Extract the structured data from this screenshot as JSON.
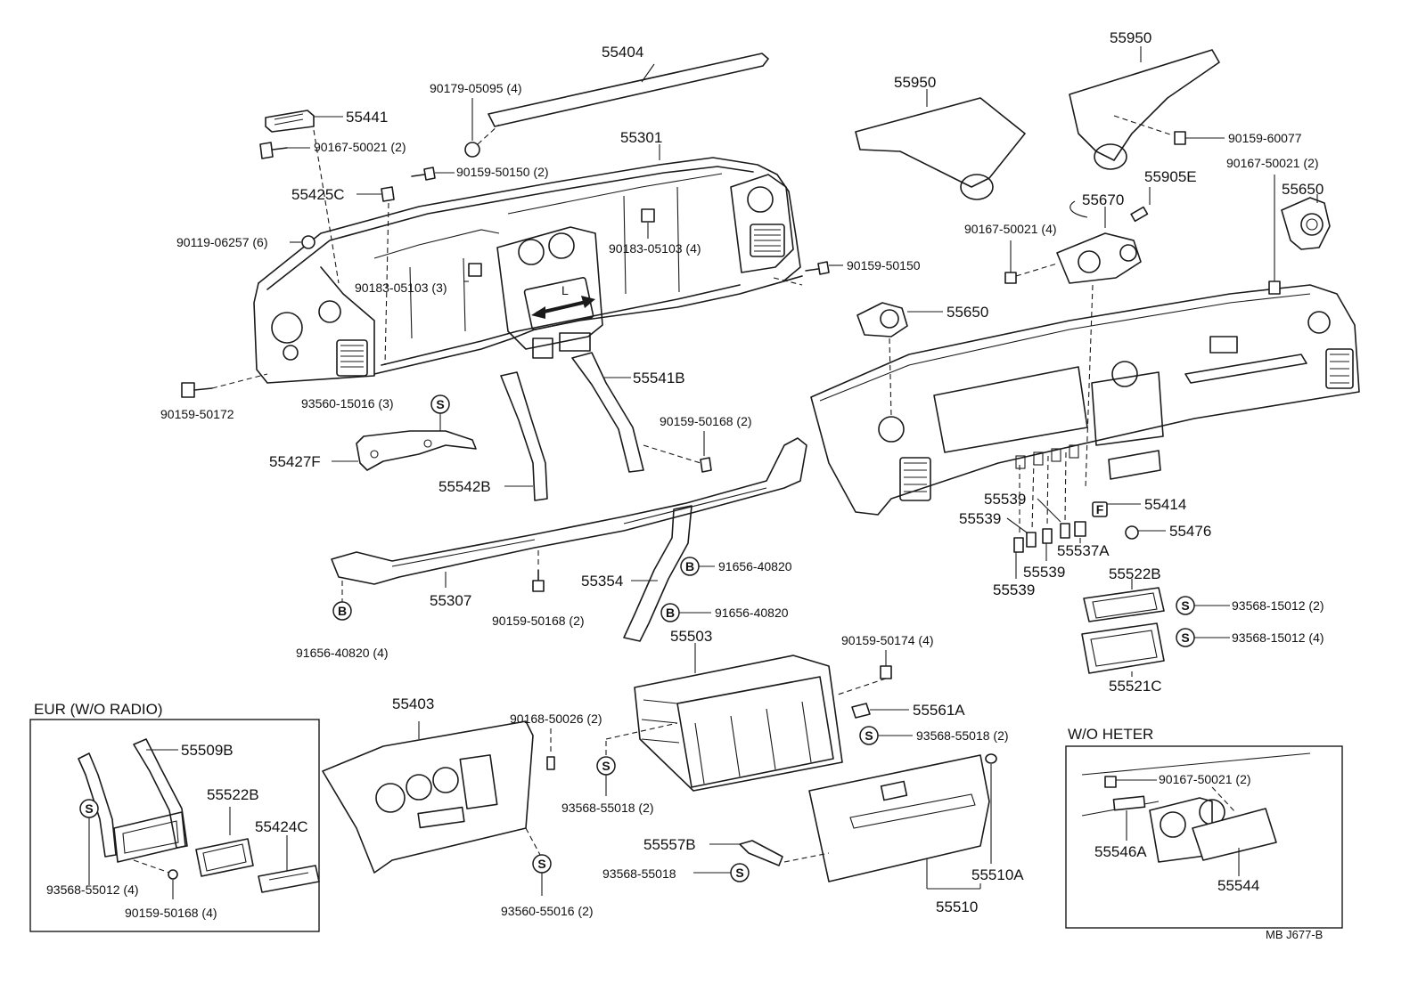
{
  "diagram": {
    "callouts": {
      "p55404": "55404",
      "p55441": "55441",
      "p90179_05095": "90179-05095 (4)",
      "p90167_50021_a": "90167-50021 (2)",
      "p55301": "55301",
      "p90159_50150_2": "90159-50150 (2)",
      "p55425C": "55425C",
      "p90119_06257": "90119-06257 (6)",
      "p90183_05103_4": "90183-05103 (4)",
      "p90183_05103_3": "90183-05103 (3)",
      "p90159_50150": "90159-50150",
      "p90159_50172": "90159-50172",
      "p93560_15016": "93560-15016 (3)",
      "p55541B": "55541B",
      "p90159_50168_a": "90159-50168 (2)",
      "p55427F": "55427F",
      "p55542B": "55542B",
      "p55354": "55354",
      "p91656_40820_a": "91656-40820",
      "p91656_40820_b": "91656-40820",
      "p55307": "55307",
      "p90159_50168_b": "90159-50168 (2)",
      "p91656_40820_4": "91656-40820 (4)",
      "p55950_a": "55950",
      "p55950_b": "55950",
      "p90159_60077": "90159-60077",
      "p90167_50021_b": "90167-50021 (2)",
      "p55905E": "55905E",
      "p55670": "55670",
      "p90167_50021_4": "90167-50021 (4)",
      "p55650_a": "55650",
      "p55650_b": "55650",
      "p55539_a": "55539",
      "p55539_b": "55539",
      "p55539_c": "55539",
      "p55539_d": "55539",
      "p55414": "55414",
      "p55476": "55476",
      "p55537A": "55537A",
      "p55522B_a": "55522B",
      "p93568_15012_2": "93568-15012 (2)",
      "p93568_15012_4": "93568-15012 (4)",
      "p55521C": "55521C",
      "p55503": "55503",
      "p90159_50174": "90159-50174 (4)",
      "p55561A": "55561A",
      "p93568_55018_2a": "93568-55018 (2)",
      "p55403": "55403",
      "p90168_50026": "90168-50026 (2)",
      "p93568_55018_2b": "93568-55018 (2)",
      "p55557B": "55557B",
      "p93568_55018": "93568-55018",
      "p55510A": "55510A",
      "p55510": "55510",
      "p93560_55016": "93560-55016 (2)",
      "p55509B": "55509B",
      "p55522B_b": "55522B",
      "p55424C": "55424C",
      "p93568_55012": "93568-55012 (4)",
      "p90159_50168_4": "90159-50168 (4)",
      "p90167_50021_c": "90167-50021 (2)",
      "p55546A": "55546A",
      "p55544": "55544"
    },
    "symbols": {
      "s": "S",
      "b": "B",
      "f": "F",
      "l": "L"
    },
    "boxes": {
      "eur_title": "EUR (W/O  RADIO)",
      "who_title": "W/O  HETER"
    },
    "footer": {
      "code": "MB  J677-B"
    }
  }
}
